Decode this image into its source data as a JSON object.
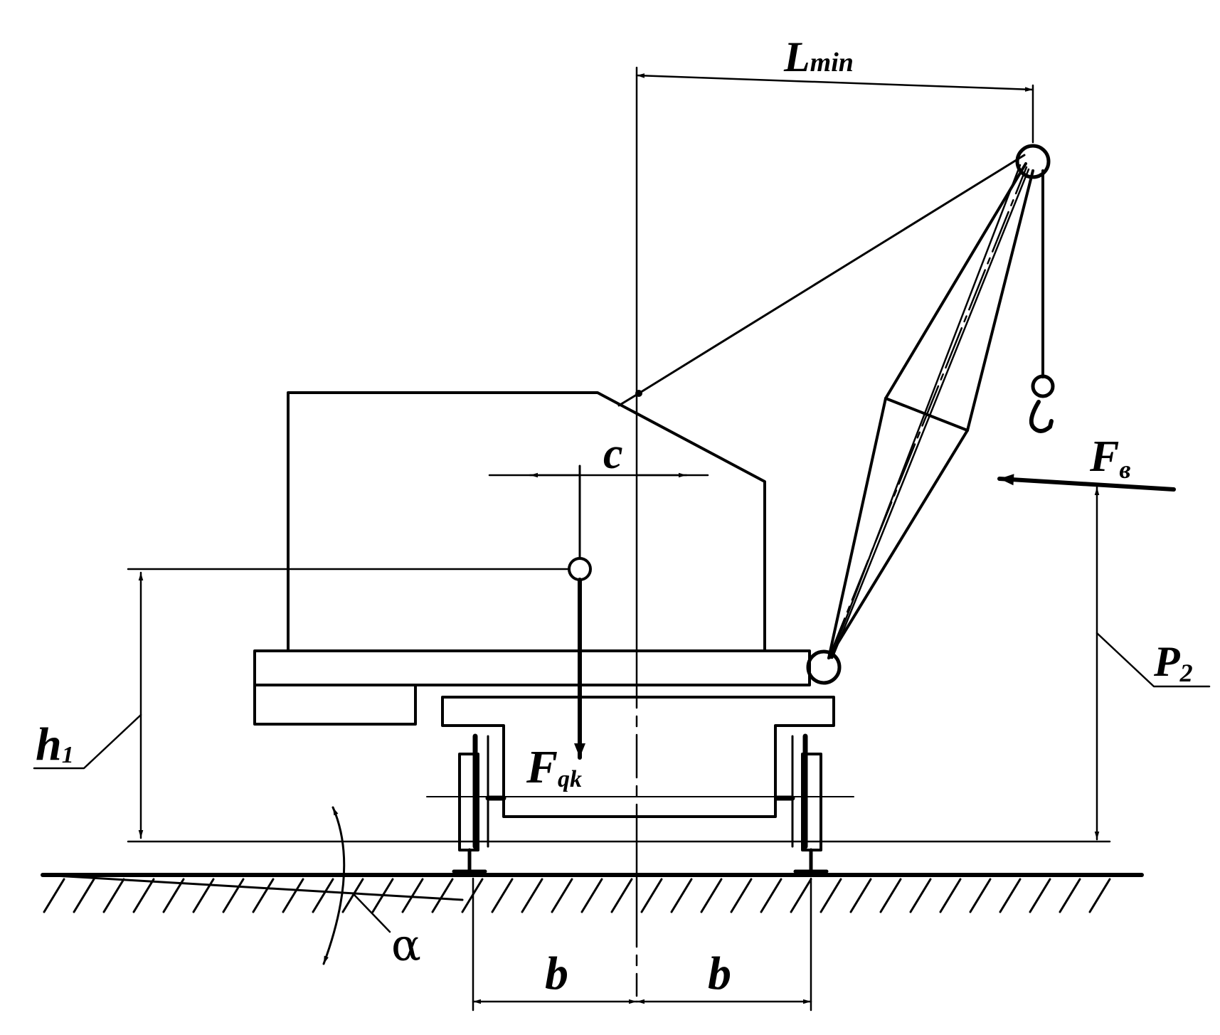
{
  "diagram": {
    "labels": {
      "l_min": {
        "main": "L",
        "sub": "min"
      },
      "c": {
        "main": "c"
      },
      "f_b": {
        "main": "F",
        "sub": "в"
      },
      "p2": {
        "main": "P",
        "sub": "2"
      },
      "h1": {
        "main": "h",
        "sub": "1"
      },
      "f_qk": {
        "main": "F",
        "sub": "qk"
      },
      "alpha": {
        "main": "α"
      },
      "b_left": {
        "main": "b"
      },
      "b_right": {
        "main": "b"
      }
    },
    "colors": {
      "ink": "#000000",
      "paper": "#ffffff"
    }
  }
}
